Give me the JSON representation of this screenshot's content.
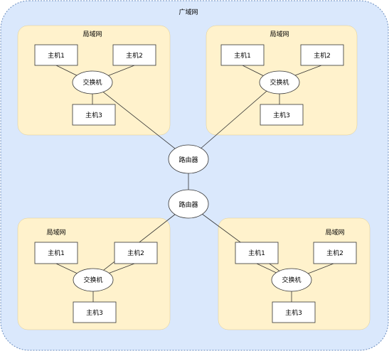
{
  "wan": {
    "label": "广域网",
    "fill": "#dae8fc",
    "stroke": "#6c8ebf"
  },
  "lan_style": {
    "fill": "#fff2cc",
    "stroke": "#d6b656"
  },
  "lans": [
    {
      "label": "局域网",
      "switch": "交换机",
      "hosts": [
        "主机1",
        "主机2",
        "主机3"
      ]
    },
    {
      "label": "局域网",
      "switch": "交换机",
      "hosts": [
        "主机1",
        "主机2",
        "主机3"
      ]
    },
    {
      "label": "局域网",
      "switch": "交换机",
      "hosts": [
        "主机1",
        "主机2",
        "主机3"
      ]
    },
    {
      "label": "局域网",
      "switch": "交换机",
      "hosts": [
        "主机1",
        "主机2",
        "主机3"
      ]
    }
  ],
  "routers": [
    "路由器",
    "路由器"
  ]
}
